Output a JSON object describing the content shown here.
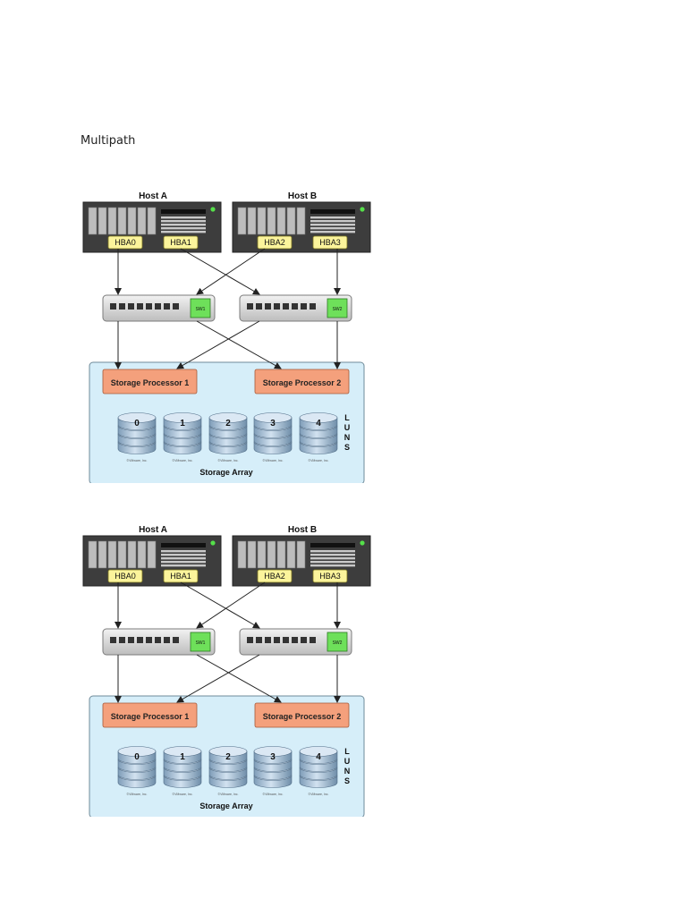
{
  "document": {
    "heading": "Multipath"
  },
  "diagram": {
    "hosts": [
      {
        "name": "Host A",
        "hbas": [
          "HBA0",
          "HBA1"
        ]
      },
      {
        "name": "Host B",
        "hbas": [
          "HBA2",
          "HBA3"
        ]
      }
    ],
    "switches": [
      "SW1",
      "SW2"
    ],
    "storage_processors": [
      "Storage Processor 1",
      "Storage Processor 2"
    ],
    "luns": [
      "0",
      "1",
      "2",
      "3",
      "4"
    ],
    "luns_label": "LUNS",
    "array_label": "Storage Array",
    "disk_caption": "©VMware, Inc.",
    "colors": {
      "host": "#3d3d3d",
      "hba": "#fbf49b",
      "switch_port": "#6ee05a",
      "sp": "#f4a07c",
      "array": "#d6eef9"
    }
  }
}
